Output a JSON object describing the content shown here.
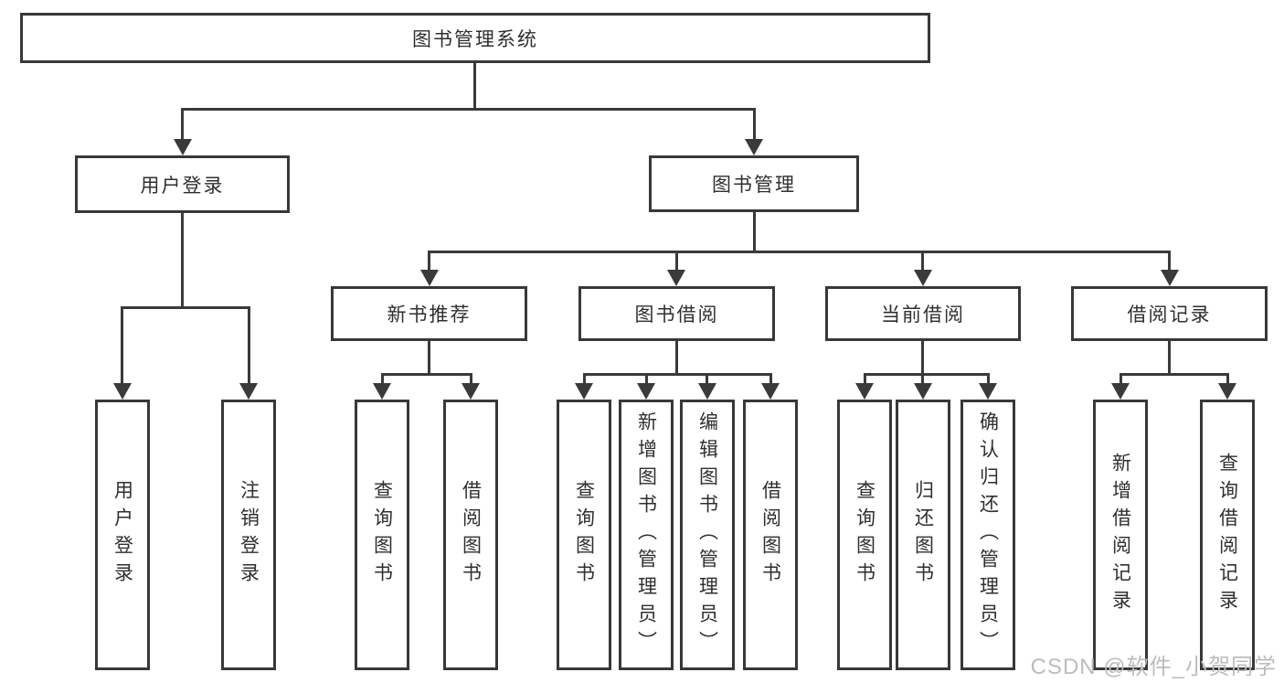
{
  "tree": {
    "label": "图书管理系统",
    "children": [
      {
        "label": "用户登录",
        "children": [
          {
            "label": "用户登录"
          },
          {
            "label": "注销登录"
          }
        ]
      },
      {
        "label": "图书管理",
        "children": [
          {
            "label": "新书推荐",
            "children": [
              {
                "label": "查询图书"
              },
              {
                "label": "借阅图书"
              }
            ]
          },
          {
            "label": "图书借阅",
            "children": [
              {
                "label": "查询图书"
              },
              {
                "label": "新增图书（管理员）"
              },
              {
                "label": "编辑图书（管理员）"
              },
              {
                "label": "借阅图书"
              }
            ]
          },
          {
            "label": "当前借阅",
            "children": [
              {
                "label": "查询图书"
              },
              {
                "label": "归还图书"
              },
              {
                "label": "确认归还（管理员）"
              }
            ]
          },
          {
            "label": "借阅记录",
            "children": [
              {
                "label": "新增借阅记录"
              },
              {
                "label": "查询借阅记录"
              }
            ]
          }
        ]
      }
    ]
  },
  "watermark": "CSDN @软件_小贺同学",
  "colors": {
    "line": "#3a3a3a",
    "box_border": "#383838",
    "text": "#2f2f2f",
    "background": "#ffffff",
    "watermark": "#bcbcbc"
  }
}
